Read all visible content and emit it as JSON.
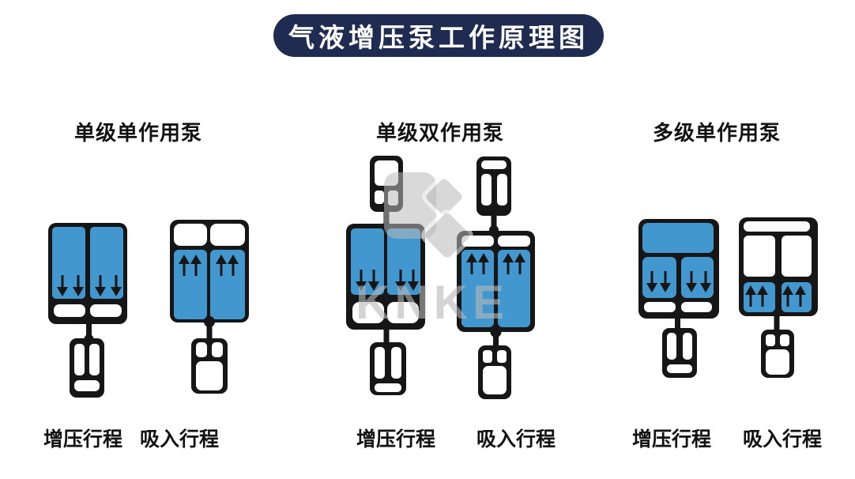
{
  "title": "气液增压泵工作原理图",
  "watermark": {
    "text": "KNKE"
  },
  "colors": {
    "accent_blue": "#4297cf",
    "outline_black": "#161616",
    "title_navy": "#202b52",
    "watermark_gray": "#b9b9b9"
  },
  "sections": [
    {
      "id": "single-stage-single-acting",
      "heading": "单级单作用泵",
      "diagrams": [
        {
          "label": "增压行程",
          "stroke": "pressurize",
          "arrows": "down"
        },
        {
          "label": "吸入行程",
          "stroke": "suction",
          "arrows": "up"
        }
      ]
    },
    {
      "id": "single-stage-double-acting",
      "heading": "单级双作用泵",
      "diagrams": [
        {
          "label": "增压行程",
          "stroke": "pressurize",
          "arrows": "down"
        },
        {
          "label": "吸入行程",
          "stroke": "suction",
          "arrows": "up"
        }
      ]
    },
    {
      "id": "multi-stage-single-acting",
      "heading": "多级单作用泵",
      "diagrams": [
        {
          "label": "增压行程",
          "stroke": "pressurize",
          "arrows": "down"
        },
        {
          "label": "吸入行程",
          "stroke": "suction",
          "arrows": "up"
        }
      ]
    }
  ]
}
